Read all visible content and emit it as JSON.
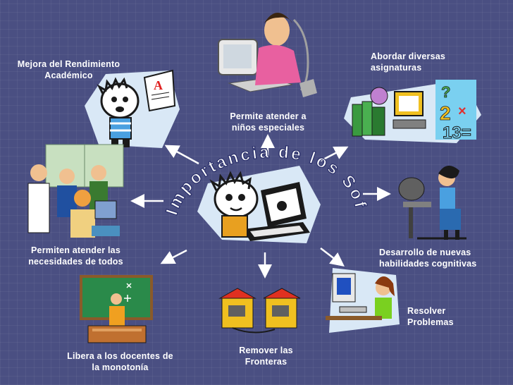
{
  "title": "Importancia de los Software Educativos",
  "colors": {
    "background": "#4a4f82",
    "label": "#ffffff",
    "arrow": "#ffffff",
    "title_fill": "#ffffff",
    "title_stroke": "#2a2f6a"
  },
  "nodes": {
    "mejora": {
      "line1": "Mejora del Rendimiento",
      "line2": "Académico"
    },
    "permite_especiales": {
      "line1": "Permite atender a",
      "line2": "niños especiales"
    },
    "abordar": {
      "line1": "Abordar diversas",
      "line2": "asignaturas"
    },
    "necesidades": {
      "line1": "Permiten atender las",
      "line2": "necesidades de todos"
    },
    "desarrollo": {
      "line1": "Desarrollo de nuevas",
      "line2": "habilidades cognitivas"
    },
    "libera": {
      "line1": "Libera a los docentes de",
      "line2": "la monotonía"
    },
    "remover": {
      "line1": "Remover las",
      "line2": "Fronteras"
    },
    "resolver": {
      "line1": "Resolver",
      "line2": "Problemas"
    }
  },
  "icons": [
    "center-student-computer-icon",
    "student-with-paper-icon",
    "woman-at-computer-icon",
    "books-computer-math-icon",
    "classroom-group-icon",
    "woman-headset-computer-icon",
    "teacher-chalkboard-icon",
    "schoolhouse-computers-icon",
    "girl-at-computer-icon"
  ]
}
